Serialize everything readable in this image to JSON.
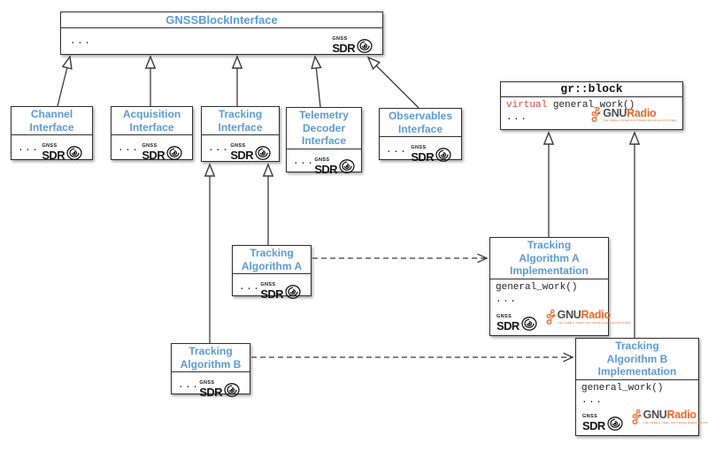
{
  "diagram_type": "uml-class-diagram",
  "colors": {
    "title_blue": "#5b9bd5",
    "keyword_red": "#d9473a",
    "gnuradio_orange": "#f26522",
    "box_border": "#2e2e2e"
  },
  "logos": {
    "gnss_sdr": {
      "top": "GNSS",
      "main": "SDR"
    },
    "gnuradio": {
      "gnu": "GNU",
      "radio": "Radio",
      "tagline": "THE FREE & OPEN SOFTWARE RADIO ECOSYSTEM"
    }
  },
  "nodes": {
    "gnss_block_interface": {
      "title": "GNSSBlockInterface",
      "ellipsis": "..."
    },
    "channel_interface": {
      "title": "Channel\nInterface",
      "ellipsis": "..."
    },
    "acquisition_interface": {
      "title": "Acquisition\nInterface",
      "ellipsis": "..."
    },
    "tracking_interface": {
      "title": "Tracking\nInterface",
      "ellipsis": "..."
    },
    "telemetry_decoder_interface": {
      "title": "Telemetry\nDecoder\nInterface",
      "ellipsis": "..."
    },
    "observables_interface": {
      "title": "Observables\nInterface",
      "ellipsis": "..."
    },
    "gr_block": {
      "title": "gr::block",
      "keyword": "virtual",
      "method": "general_work()",
      "ellipsis": "..."
    },
    "tracking_algorithm_a": {
      "title": "Tracking\nAlgorithm A",
      "ellipsis": "..."
    },
    "tracking_algorithm_b": {
      "title": "Tracking\nAlgorithm B",
      "ellipsis": "..."
    },
    "tracking_algorithm_a_impl": {
      "title": "Tracking\nAlgorithm A\nImplementation",
      "method": "general_work()",
      "ellipsis": "..."
    },
    "tracking_algorithm_b_impl": {
      "title": "Tracking\nAlgorithm B\nImplementation",
      "method": "general_work()",
      "ellipsis": "..."
    }
  },
  "edges": [
    {
      "from": "channel_interface",
      "to": "gnss_block_interface",
      "type": "inheritance"
    },
    {
      "from": "acquisition_interface",
      "to": "gnss_block_interface",
      "type": "inheritance"
    },
    {
      "from": "tracking_interface",
      "to": "gnss_block_interface",
      "type": "inheritance"
    },
    {
      "from": "telemetry_decoder_interface",
      "to": "gnss_block_interface",
      "type": "inheritance"
    },
    {
      "from": "observables_interface",
      "to": "gnss_block_interface",
      "type": "inheritance"
    },
    {
      "from": "tracking_algorithm_a",
      "to": "tracking_interface",
      "type": "inheritance"
    },
    {
      "from": "tracking_algorithm_b",
      "to": "tracking_interface",
      "type": "inheritance"
    },
    {
      "from": "tracking_algorithm_a_impl",
      "to": "gr_block",
      "type": "inheritance"
    },
    {
      "from": "tracking_algorithm_b_impl",
      "to": "gr_block",
      "type": "inheritance"
    },
    {
      "from": "tracking_algorithm_a",
      "to": "tracking_algorithm_a_impl",
      "type": "dependency"
    },
    {
      "from": "tracking_algorithm_b",
      "to": "tracking_algorithm_b_impl",
      "type": "dependency"
    }
  ]
}
